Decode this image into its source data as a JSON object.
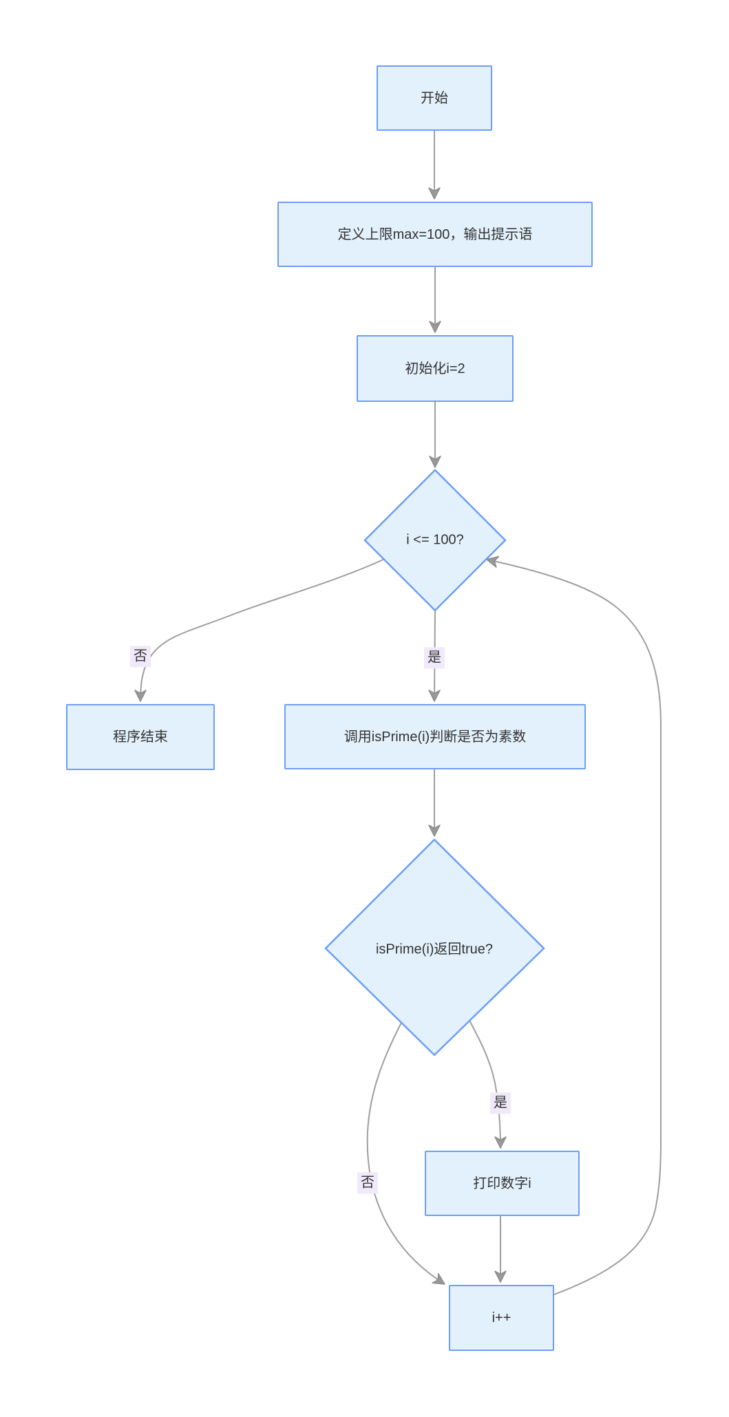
{
  "diagram": {
    "type": "flowchart",
    "direction": "top-down",
    "nodes": [
      {
        "id": "start",
        "shape": "rect",
        "label": "开始"
      },
      {
        "id": "define",
        "shape": "rect",
        "label": "定义上限max=100，输出提示语"
      },
      {
        "id": "init",
        "shape": "rect",
        "label": "初始化i=2"
      },
      {
        "id": "cond1",
        "shape": "diamond",
        "label": "i <= 100?"
      },
      {
        "id": "end",
        "shape": "rect",
        "label": "程序结束"
      },
      {
        "id": "call",
        "shape": "rect",
        "label": "调用isPrime(i)判断是否为素数"
      },
      {
        "id": "cond2",
        "shape": "diamond",
        "label": "isPrime(i)返回true?"
      },
      {
        "id": "print",
        "shape": "rect",
        "label": "打印数字i"
      },
      {
        "id": "inc",
        "shape": "rect",
        "label": "i++"
      }
    ],
    "edges": [
      {
        "from": "start",
        "to": "define",
        "label": ""
      },
      {
        "from": "define",
        "to": "init",
        "label": ""
      },
      {
        "from": "init",
        "to": "cond1",
        "label": ""
      },
      {
        "from": "cond1",
        "to": "end",
        "label": "否"
      },
      {
        "from": "cond1",
        "to": "call",
        "label": "是"
      },
      {
        "from": "call",
        "to": "cond2",
        "label": ""
      },
      {
        "from": "cond2",
        "to": "print",
        "label": "是"
      },
      {
        "from": "cond2",
        "to": "inc",
        "label": "否"
      },
      {
        "from": "print",
        "to": "inc",
        "label": ""
      },
      {
        "from": "inc",
        "to": "cond1",
        "label": ""
      }
    ],
    "colors": {
      "node_fill": "#e3f1fc",
      "node_border": "#6c9ef5",
      "edge_color": "#9e9e9e",
      "arrowhead_color": "#999999",
      "edge_label_bg": "#efe9f9",
      "text_color": "#333333",
      "background": "#ffffff"
    }
  }
}
